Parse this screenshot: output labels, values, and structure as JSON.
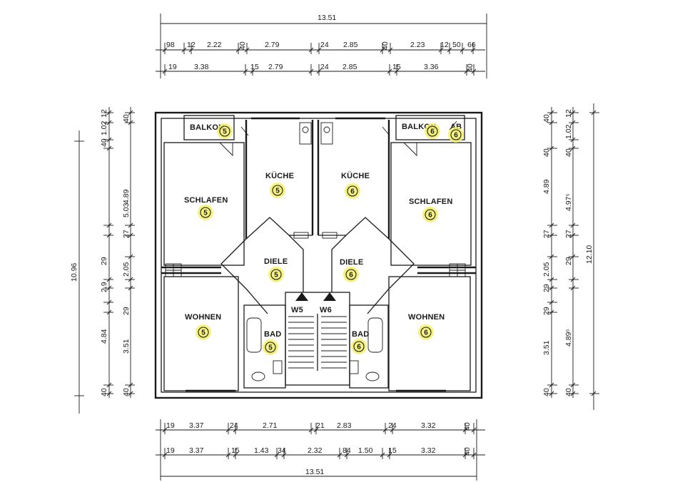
{
  "dims": {
    "top_total": "13.51",
    "top_row1": [
      "98",
      "12",
      "2.22",
      "40",
      "2.79",
      "24",
      "2.85",
      "40",
      "2.23",
      "12",
      "50",
      "66"
    ],
    "top_row2": [
      "19",
      "3.38",
      "15",
      "2.79",
      "24",
      "2.85",
      "15",
      "3.36",
      "40"
    ],
    "bottom_row1": [
      "19",
      "3.37",
      "24",
      "2.71",
      "21",
      "2.83",
      "24",
      "3.32",
      "40"
    ],
    "bottom_row2": [
      "19",
      "3.37",
      "15",
      "1.43",
      "34",
      "2.32",
      "84",
      "1.50",
      "15",
      "3.32",
      "40"
    ],
    "bottom_total": "13.51",
    "left_total": "10.96",
    "left_outer": [
      "12",
      "40",
      "1.02",
      "40",
      "4.89",
      "27",
      "29",
      "2.9",
      "29",
      "4.84",
      "40"
    ],
    "left_inner": [
      "5.03",
      "2.05",
      "3.51",
      "40"
    ],
    "right_total": "12.10",
    "right_outer": [
      "12",
      "1.02",
      "40",
      "4.97⁵",
      "27",
      "29",
      "4.89⁵",
      "40"
    ],
    "right_inner": [
      "40",
      "40",
      "4.89",
      "27",
      "2.05",
      "29",
      "29",
      "3.51",
      "40"
    ]
  },
  "rooms": {
    "balkon_left": "BALKON",
    "balkon_right": "BALKON",
    "ab": "AB",
    "kueche_left": "KÜCHE",
    "kueche_right": "KÜCHE",
    "schlafen_left": "SCHLAFEN",
    "schlafen_right": "SCHLAFEN",
    "diele_left": "DIELE",
    "diele_right": "DIELE",
    "wohnen_left": "WOHNEN",
    "wohnen_right": "WOHNEN",
    "bad_left": "BAD",
    "bad_right": "BAD",
    "w5": "W5",
    "w6": "W6"
  },
  "unit_tags": {
    "left": "5",
    "right": "6"
  },
  "colors": {
    "highlight": "#f4f06a",
    "ink": "#1a1a1a"
  }
}
